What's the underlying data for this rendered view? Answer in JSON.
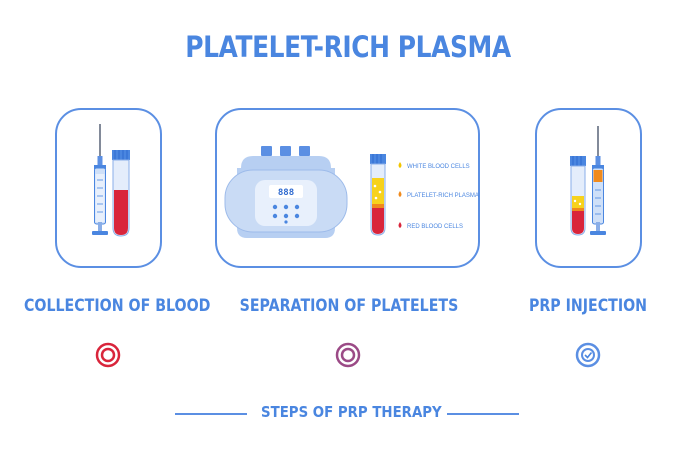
{
  "title": "PLATELET-RICH PLASMA",
  "steps": [
    {
      "label": "COLLECTION OF BLOOD",
      "marker_color": "#d9253b"
    },
    {
      "label": "SEPARATION OF PLATELETS",
      "marker_color": "#9b4a86"
    },
    {
      "label": "PRP INJECTION",
      "marker_color": "#5b8fe3",
      "marker_icon": "check-icon"
    }
  ],
  "centrifuge": {
    "display": "888",
    "legend": [
      {
        "label": "WHITE BLOOD CELLS",
        "color": "#f2c500"
      },
      {
        "label": "PLATELET-RICH PLASMA",
        "color": "#f08a1c"
      },
      {
        "label": "RED BLOOD CELLS",
        "color": "#d9253b"
      }
    ]
  },
  "footer": "STEPS OF PRP THERAPY",
  "colors": {
    "accent": "#4a86e0",
    "blood": "#d9253b",
    "plasma": "#f2c500",
    "orange": "#f08a1c",
    "device": "#b7cff2"
  }
}
